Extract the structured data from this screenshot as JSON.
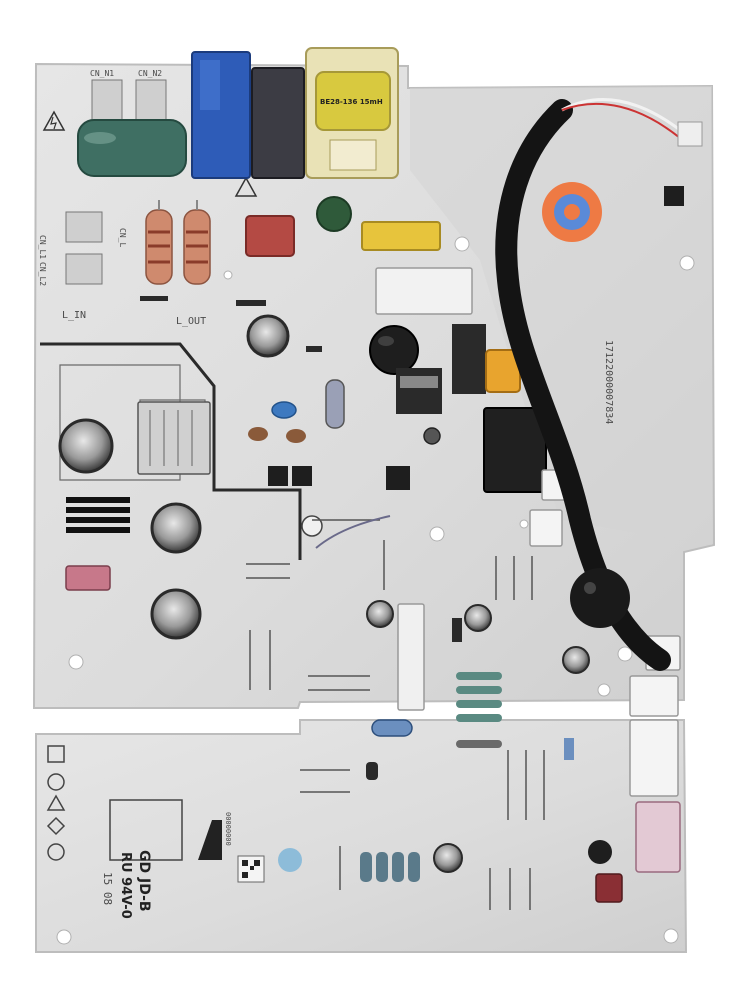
{
  "image": {
    "subject": "PCB",
    "colors": {
      "background": "#ffffff",
      "board": "#dedede",
      "board_shadow": "#c9c9c9",
      "silkscreen": "#4a4a4a",
      "cable": "#141414",
      "relay_blue": "#2e5cb8",
      "transformer_yellow": "#d8c93f",
      "capacitor_green": "#3f6f63",
      "resistor_tan": "#cf8a6e",
      "electrolytic": "#2a2a2a",
      "relay_red": "#b44a44",
      "sticker_orange": "#ee7a44",
      "connector_white": "#f2f2f2"
    }
  },
  "labels": {
    "cn_1": "CN_N1",
    "cn_2": "CN_N2",
    "cn_l1": "CN_L1",
    "cn_l2": "CN_L2",
    "cn_l": "CN_L",
    "l_in": "L_IN",
    "l_out": "L_OUT",
    "transformer": "BE28-136 15mH",
    "board_code": "17122000007834",
    "ul": "RU 94V-0",
    "logo": "GD JD-B",
    "date": "15 08",
    "ic_code": "00000000"
  }
}
